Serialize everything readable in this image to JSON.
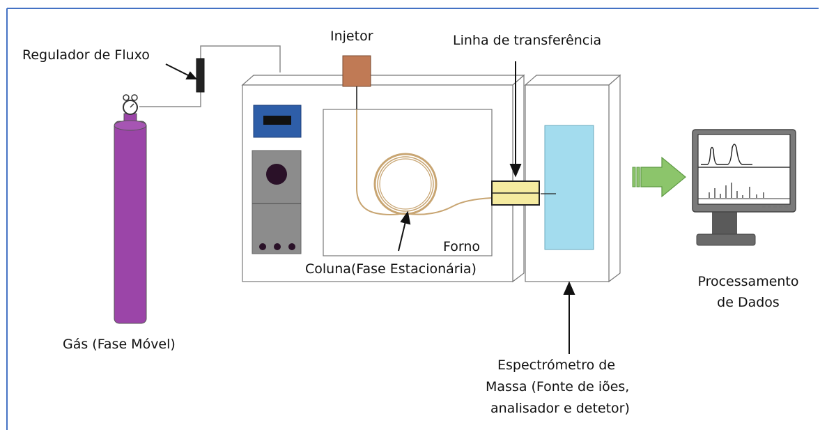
{
  "labels": {
    "regulator": "Regulador de Fluxo",
    "injector": "Injetor",
    "transfer_line": "Linha de transferência",
    "oven": "Forno",
    "column": "Coluna(Fase Estacionária)",
    "gas_line1": "Gás (Fase Móvel)",
    "ms_line1": "Espectrómetro de",
    "ms_line2": "Massa (Fonte de iões,",
    "ms_line3": "analisador e detetor)",
    "proc_line1": "Processamento",
    "proc_line2": "de Dados"
  },
  "colors": {
    "frame": "#4472c4",
    "cylinder": "#9b45a8",
    "injector": "#c07a55",
    "display": "#2e5ea8",
    "control_panel": "#8c8c8c",
    "ms_chamber": "#a3dcee",
    "transfer_box": "#f5eba0",
    "column_coil": "#c8a572",
    "arrow": "#8cc56b"
  },
  "icons": {
    "gauge": "pressure-gauge-icon",
    "arrow": "green-right-arrow-icon",
    "monitor": "computer-monitor-icon"
  }
}
